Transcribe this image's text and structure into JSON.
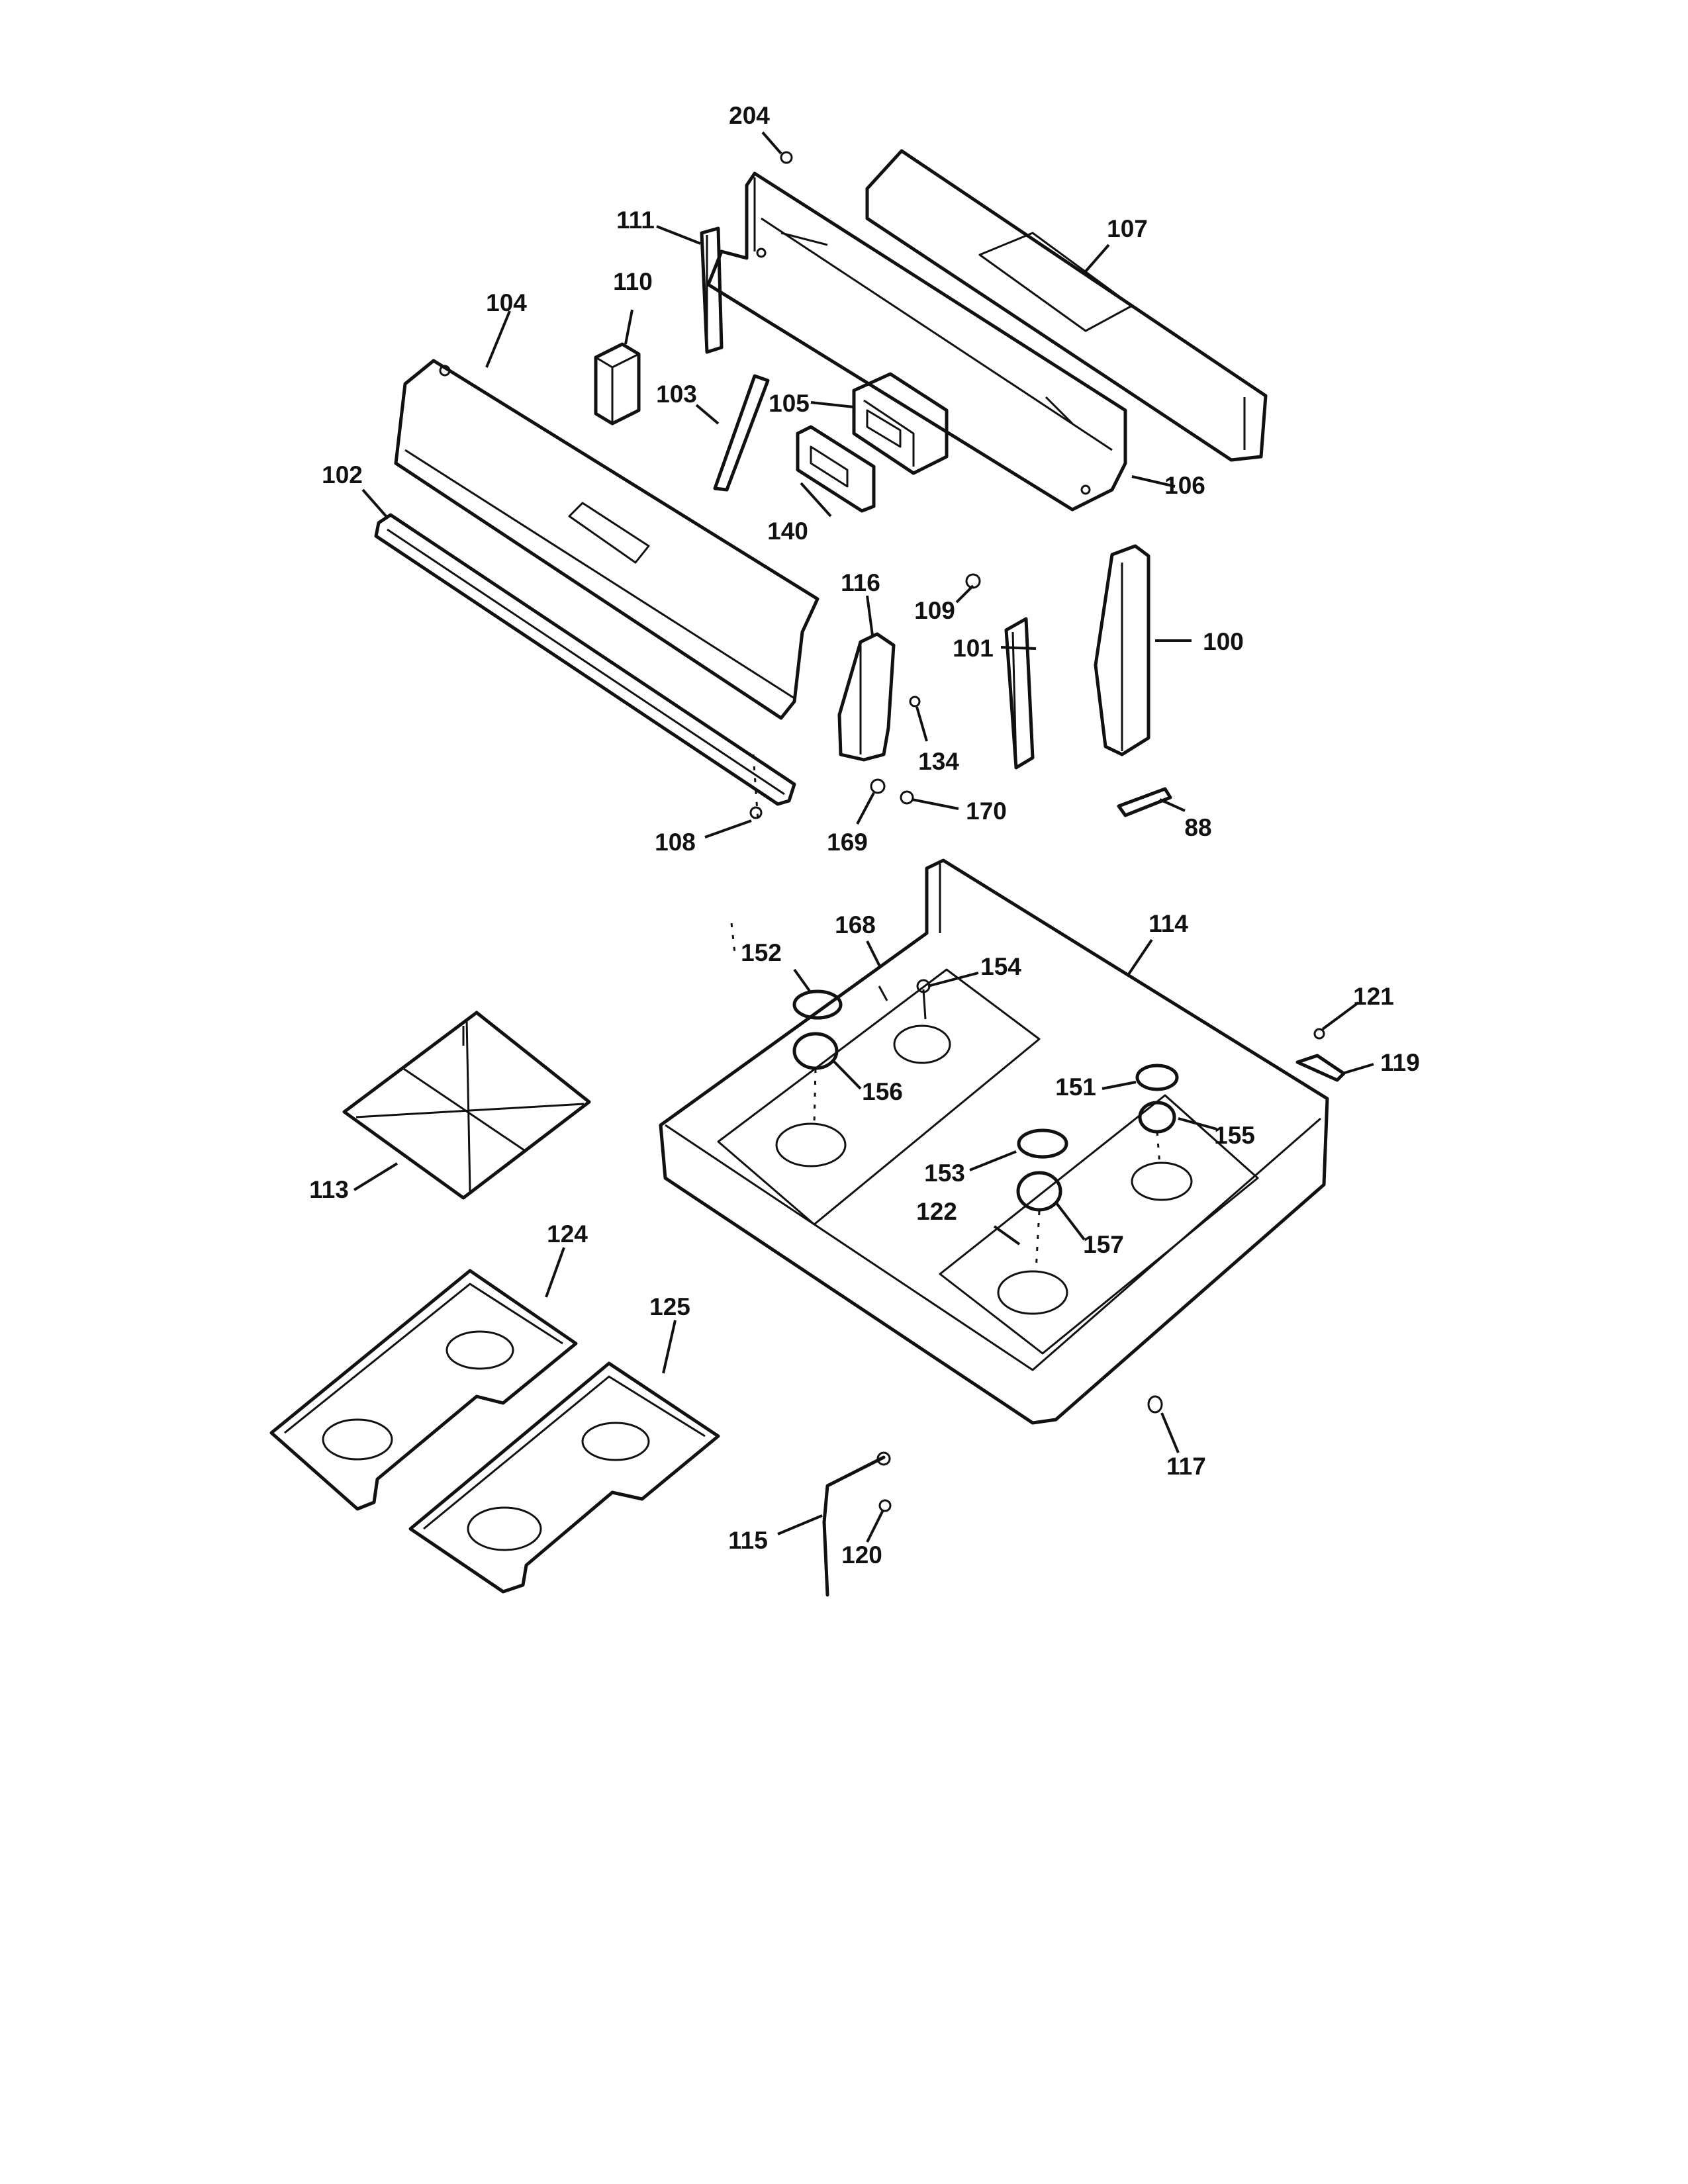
{
  "callouts": [
    {
      "id": "204",
      "text": "204"
    },
    {
      "id": "111",
      "text": "111"
    },
    {
      "id": "107",
      "text": "107"
    },
    {
      "id": "110",
      "text": "110"
    },
    {
      "id": "104",
      "text": "104"
    },
    {
      "id": "103",
      "text": "103"
    },
    {
      "id": "105",
      "text": "105"
    },
    {
      "id": "106",
      "text": "106"
    },
    {
      "id": "102",
      "text": "102"
    },
    {
      "id": "140",
      "text": "140"
    },
    {
      "id": "116",
      "text": "116"
    },
    {
      "id": "109",
      "text": "109"
    },
    {
      "id": "101",
      "text": "101"
    },
    {
      "id": "100",
      "text": "100"
    },
    {
      "id": "134",
      "text": "134"
    },
    {
      "id": "170",
      "text": "170"
    },
    {
      "id": "169",
      "text": "169"
    },
    {
      "id": "108",
      "text": "108"
    },
    {
      "id": "88",
      "text": "88"
    },
    {
      "id": "168",
      "text": "168"
    },
    {
      "id": "114",
      "text": "114"
    },
    {
      "id": "152",
      "text": "152"
    },
    {
      "id": "154",
      "text": "154"
    },
    {
      "id": "121",
      "text": "121"
    },
    {
      "id": "119",
      "text": "119"
    },
    {
      "id": "156",
      "text": "156"
    },
    {
      "id": "151",
      "text": "151"
    },
    {
      "id": "155",
      "text": "155"
    },
    {
      "id": "113",
      "text": "113"
    },
    {
      "id": "153",
      "text": "153"
    },
    {
      "id": "122",
      "text": "122"
    },
    {
      "id": "157",
      "text": "157"
    },
    {
      "id": "124",
      "text": "124"
    },
    {
      "id": "125",
      "text": "125"
    },
    {
      "id": "117",
      "text": "117"
    },
    {
      "id": "115",
      "text": "115"
    },
    {
      "id": "120",
      "text": "120"
    }
  ]
}
